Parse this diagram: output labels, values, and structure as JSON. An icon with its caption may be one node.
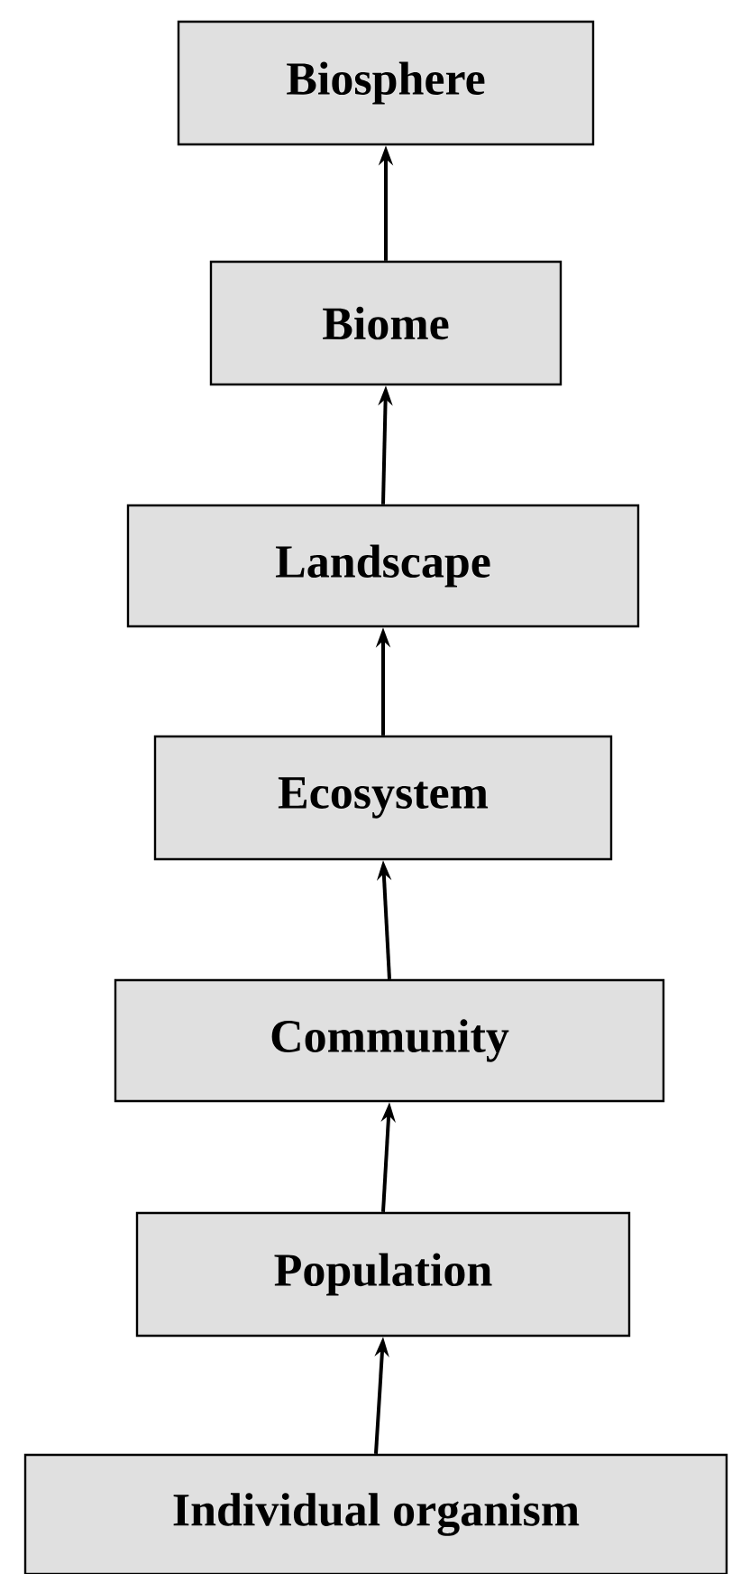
{
  "diagram": {
    "nodes": [
      {
        "text": [
          "Biosphere"
        ]
      },
      {
        "text": [
          "Biome"
        ]
      },
      {
        "text": [
          "Landscape"
        ]
      },
      {
        "text": [
          "Ecosystem"
        ]
      },
      {
        "text": [
          "Community"
        ]
      },
      {
        "text": [
          "Population"
        ]
      },
      {
        "text": [
          "Individual organism"
        ]
      }
    ],
    "edges": [
      {
        "from": 6,
        "to": 5,
        "arrow": "to"
      },
      {
        "from": 5,
        "to": 4,
        "arrow": "to"
      },
      {
        "from": 4,
        "to": 3,
        "arrow": "to"
      },
      {
        "from": 3,
        "to": 2,
        "arrow": "to"
      },
      {
        "from": 2,
        "to": 1,
        "arrow": "to"
      },
      {
        "from": 1,
        "to": 0,
        "arrow": "to"
      }
    ]
  }
}
